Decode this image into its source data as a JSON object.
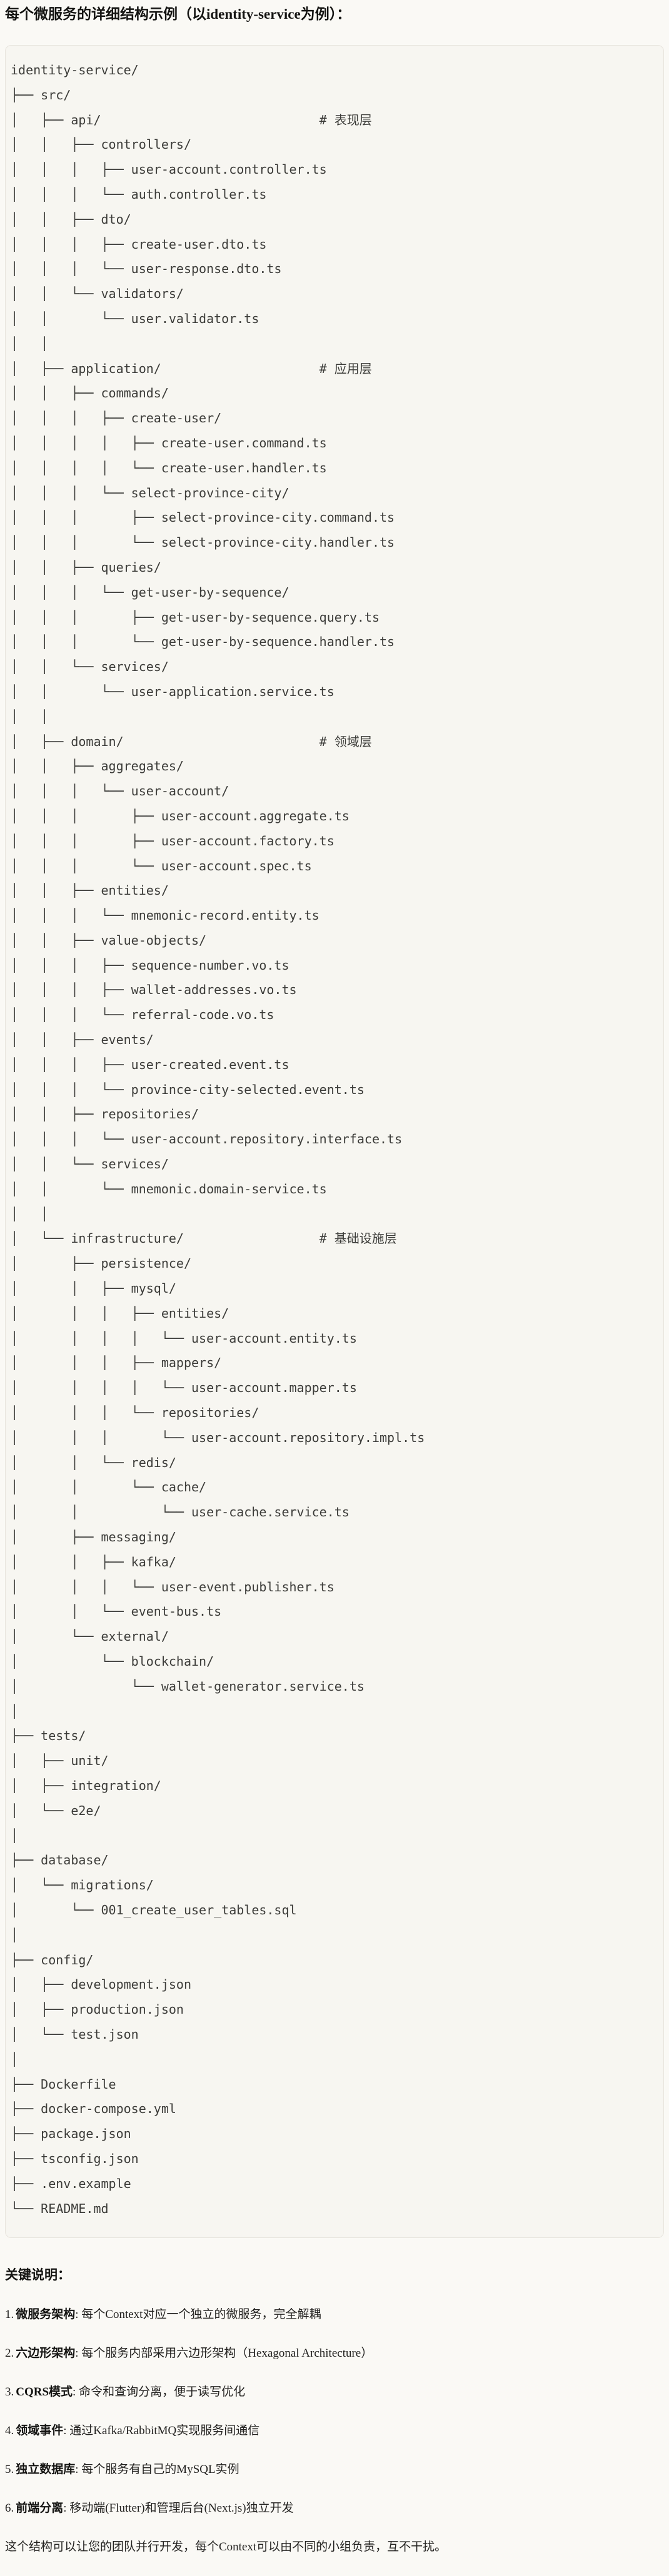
{
  "page": {
    "title": "每个微服务的详细结构示例（以identity-service为例）："
  },
  "tree": {
    "text": "identity-service/\n├── src/\n│   ├── api/                             # 表现层\n│   │   ├── controllers/\n│   │   │   ├── user-account.controller.ts\n│   │   │   └── auth.controller.ts\n│   │   ├── dto/\n│   │   │   ├── create-user.dto.ts\n│   │   │   └── user-response.dto.ts\n│   │   └── validators/\n│   │       └── user.validator.ts\n│   │\n│   ├── application/                     # 应用层\n│   │   ├── commands/\n│   │   │   ├── create-user/\n│   │   │   │   ├── create-user.command.ts\n│   │   │   │   └── create-user.handler.ts\n│   │   │   └── select-province-city/\n│   │   │       ├── select-province-city.command.ts\n│   │   │       └── select-province-city.handler.ts\n│   │   ├── queries/\n│   │   │   └── get-user-by-sequence/\n│   │   │       ├── get-user-by-sequence.query.ts\n│   │   │       └── get-user-by-sequence.handler.ts\n│   │   └── services/\n│   │       └── user-application.service.ts\n│   │\n│   ├── domain/                          # 领域层\n│   │   ├── aggregates/\n│   │   │   └── user-account/\n│   │   │       ├── user-account.aggregate.ts\n│   │   │       ├── user-account.factory.ts\n│   │   │       └── user-account.spec.ts\n│   │   ├── entities/\n│   │   │   └── mnemonic-record.entity.ts\n│   │   ├── value-objects/\n│   │   │   ├── sequence-number.vo.ts\n│   │   │   ├── wallet-addresses.vo.ts\n│   │   │   └── referral-code.vo.ts\n│   │   ├── events/\n│   │   │   ├── user-created.event.ts\n│   │   │   └── province-city-selected.event.ts\n│   │   ├── repositories/\n│   │   │   └── user-account.repository.interface.ts\n│   │   └── services/\n│   │       └── mnemonic.domain-service.ts\n│   │\n│   └── infrastructure/                  # 基础设施层\n│       ├── persistence/\n│       │   ├── mysql/\n│       │   │   ├── entities/\n│       │   │   │   └── user-account.entity.ts\n│       │   │   ├── mappers/\n│       │   │   │   └── user-account.mapper.ts\n│       │   │   └── repositories/\n│       │   │       └── user-account.repository.impl.ts\n│       │   └── redis/\n│       │       └── cache/\n│       │           └── user-cache.service.ts\n│       ├── messaging/\n│       │   ├── kafka/\n│       │   │   └── user-event.publisher.ts\n│       │   └── event-bus.ts\n│       └── external/\n│           └── blockchain/\n│               └── wallet-generator.service.ts\n│\n├── tests/\n│   ├── unit/\n│   ├── integration/\n│   └── e2e/\n│\n├── database/\n│   └── migrations/\n│       └── 001_create_user_tables.sql\n│\n├── config/\n│   ├── development.json\n│   ├── production.json\n│   └── test.json\n│\n├── Dockerfile\n├── docker-compose.yml\n├── package.json\n├── tsconfig.json\n├── .env.example\n└── README.md"
  },
  "notes": {
    "heading": "关键说明：",
    "separator": ": ",
    "items": [
      {
        "num": "1.",
        "term": "微服务架构",
        "desc": "每个Context对应一个独立的微服务，完全解耦"
      },
      {
        "num": "2.",
        "term": "六边形架构",
        "desc": "每个服务内部采用六边形架构（Hexagonal Architecture）"
      },
      {
        "num": "3.",
        "term": "CQRS模式",
        "desc": "命令和查询分离，便于读写优化"
      },
      {
        "num": "4.",
        "term": "领域事件",
        "desc": "通过Kafka/RabbitMQ实现服务间通信"
      },
      {
        "num": "5.",
        "term": "独立数据库",
        "desc": "每个服务有自己的MySQL实例"
      },
      {
        "num": "6.",
        "term": "前端分离",
        "desc": "移动端(Flutter)和管理后台(Next.js)独立开发"
      }
    ],
    "footer": "这个结构可以让您的团队并行开发，每个Context可以由不同的小组负责，互不干扰。"
  }
}
